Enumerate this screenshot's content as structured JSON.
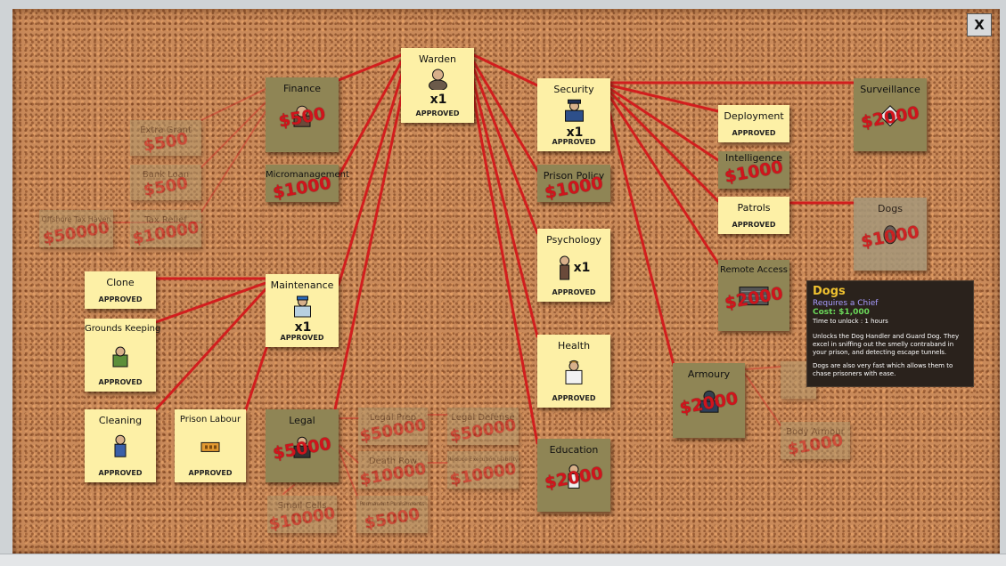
{
  "close_label": "X",
  "colors": {
    "link": "#d21e1e",
    "approved_card": "#fdf0a6",
    "buyable_card": "#8f8555",
    "price": "#d0141c",
    "tooltip_title": "#f0c230",
    "tooltip_req": "#a89cff",
    "tooltip_cost": "#6bd85a"
  },
  "nodes": {
    "warden": {
      "title": "Warden",
      "count": "x1",
      "status": "APPROVED",
      "icon": "warden-icon"
    },
    "finance": {
      "title": "Finance",
      "price": "$500",
      "icon": "accountant-icon"
    },
    "extra_grant": {
      "title": "Extra Grant",
      "price": "$500"
    },
    "bank_loan": {
      "title": "Bank Loan",
      "price": "$500"
    },
    "tax_relief": {
      "title": "Tax Relief",
      "price": "$10000"
    },
    "offshore_tax_haven": {
      "title": "Offshore Tax Haven",
      "price": "$50000"
    },
    "micromanagement": {
      "title": "Micromanagement",
      "price": "$1000"
    },
    "clone": {
      "title": "Clone",
      "status": "APPROVED"
    },
    "grounds_keeping": {
      "title": "Grounds Keeping",
      "status": "APPROVED",
      "icon": "gardener-icon"
    },
    "maintenance": {
      "title": "Maintenance",
      "count": "x1",
      "status": "APPROVED",
      "icon": "foreman-icon"
    },
    "cleaning": {
      "title": "Cleaning",
      "status": "APPROVED",
      "icon": "janitor-icon"
    },
    "prison_labour": {
      "title": "Prison Labour",
      "status": "APPROVED",
      "icon": "workshop-icon"
    },
    "legal": {
      "title": "Legal",
      "price": "$5000",
      "icon": "lawyer-icon"
    },
    "legal_prep": {
      "title": "Legal Prep",
      "price": "$50000"
    },
    "legal_defense": {
      "title": "Legal Defense",
      "price": "$50000"
    },
    "death_row": {
      "title": "Death Row",
      "price": "$10000"
    },
    "reduce_execution_liability": {
      "title": "Reduce Execution Liability",
      "price": "$10000"
    },
    "small_cells": {
      "title": "Small Cells",
      "price": "$10000"
    },
    "permanent_punishments": {
      "title": "Permanent Punishments",
      "price": "$5000"
    },
    "security": {
      "title": "Security",
      "count": "x1",
      "status": "APPROVED",
      "icon": "chief-icon"
    },
    "prison_policy": {
      "title": "Prison Policy",
      "price": "$1000"
    },
    "psychology": {
      "title": "Psychology",
      "count": "x1",
      "status": "APPROVED",
      "icon": "psychologist-icon"
    },
    "health": {
      "title": "Health",
      "status": "APPROVED",
      "icon": "doctor-icon"
    },
    "education": {
      "title": "Education",
      "price": "$2000",
      "icon": "teacher-icon"
    },
    "deployment": {
      "title": "Deployment",
      "status": "APPROVED"
    },
    "intelligence": {
      "title": "Intelligence",
      "price": "$1000"
    },
    "patrols": {
      "title": "Patrols",
      "status": "APPROVED"
    },
    "remote_access": {
      "title": "Remote Access",
      "price": "$2000",
      "icon": "server-icon"
    },
    "surveillance": {
      "title": "Surveillance",
      "price": "$2000",
      "icon": "camera-icon"
    },
    "dogs": {
      "title": "Dogs",
      "price": "$1000",
      "icon": "dog-icon"
    },
    "armoury": {
      "title": "Armoury",
      "price": "$2000",
      "icon": "armed-guard-icon"
    },
    "body_armour": {
      "title": "Body Armour",
      "price": "$1000"
    }
  },
  "tooltip": {
    "title": "Dogs",
    "requires": "Requires a Chief",
    "cost": "Cost: $1,000",
    "time": "Time to unlock : 1 hours",
    "desc1": "Unlocks the Dog Handler and Guard Dog.  They excel in sniffing out the smelly contraband in your prison, and detecting escape tunnels.",
    "desc2": "Dogs are also very fast which allows them to chase prisoners with ease."
  }
}
